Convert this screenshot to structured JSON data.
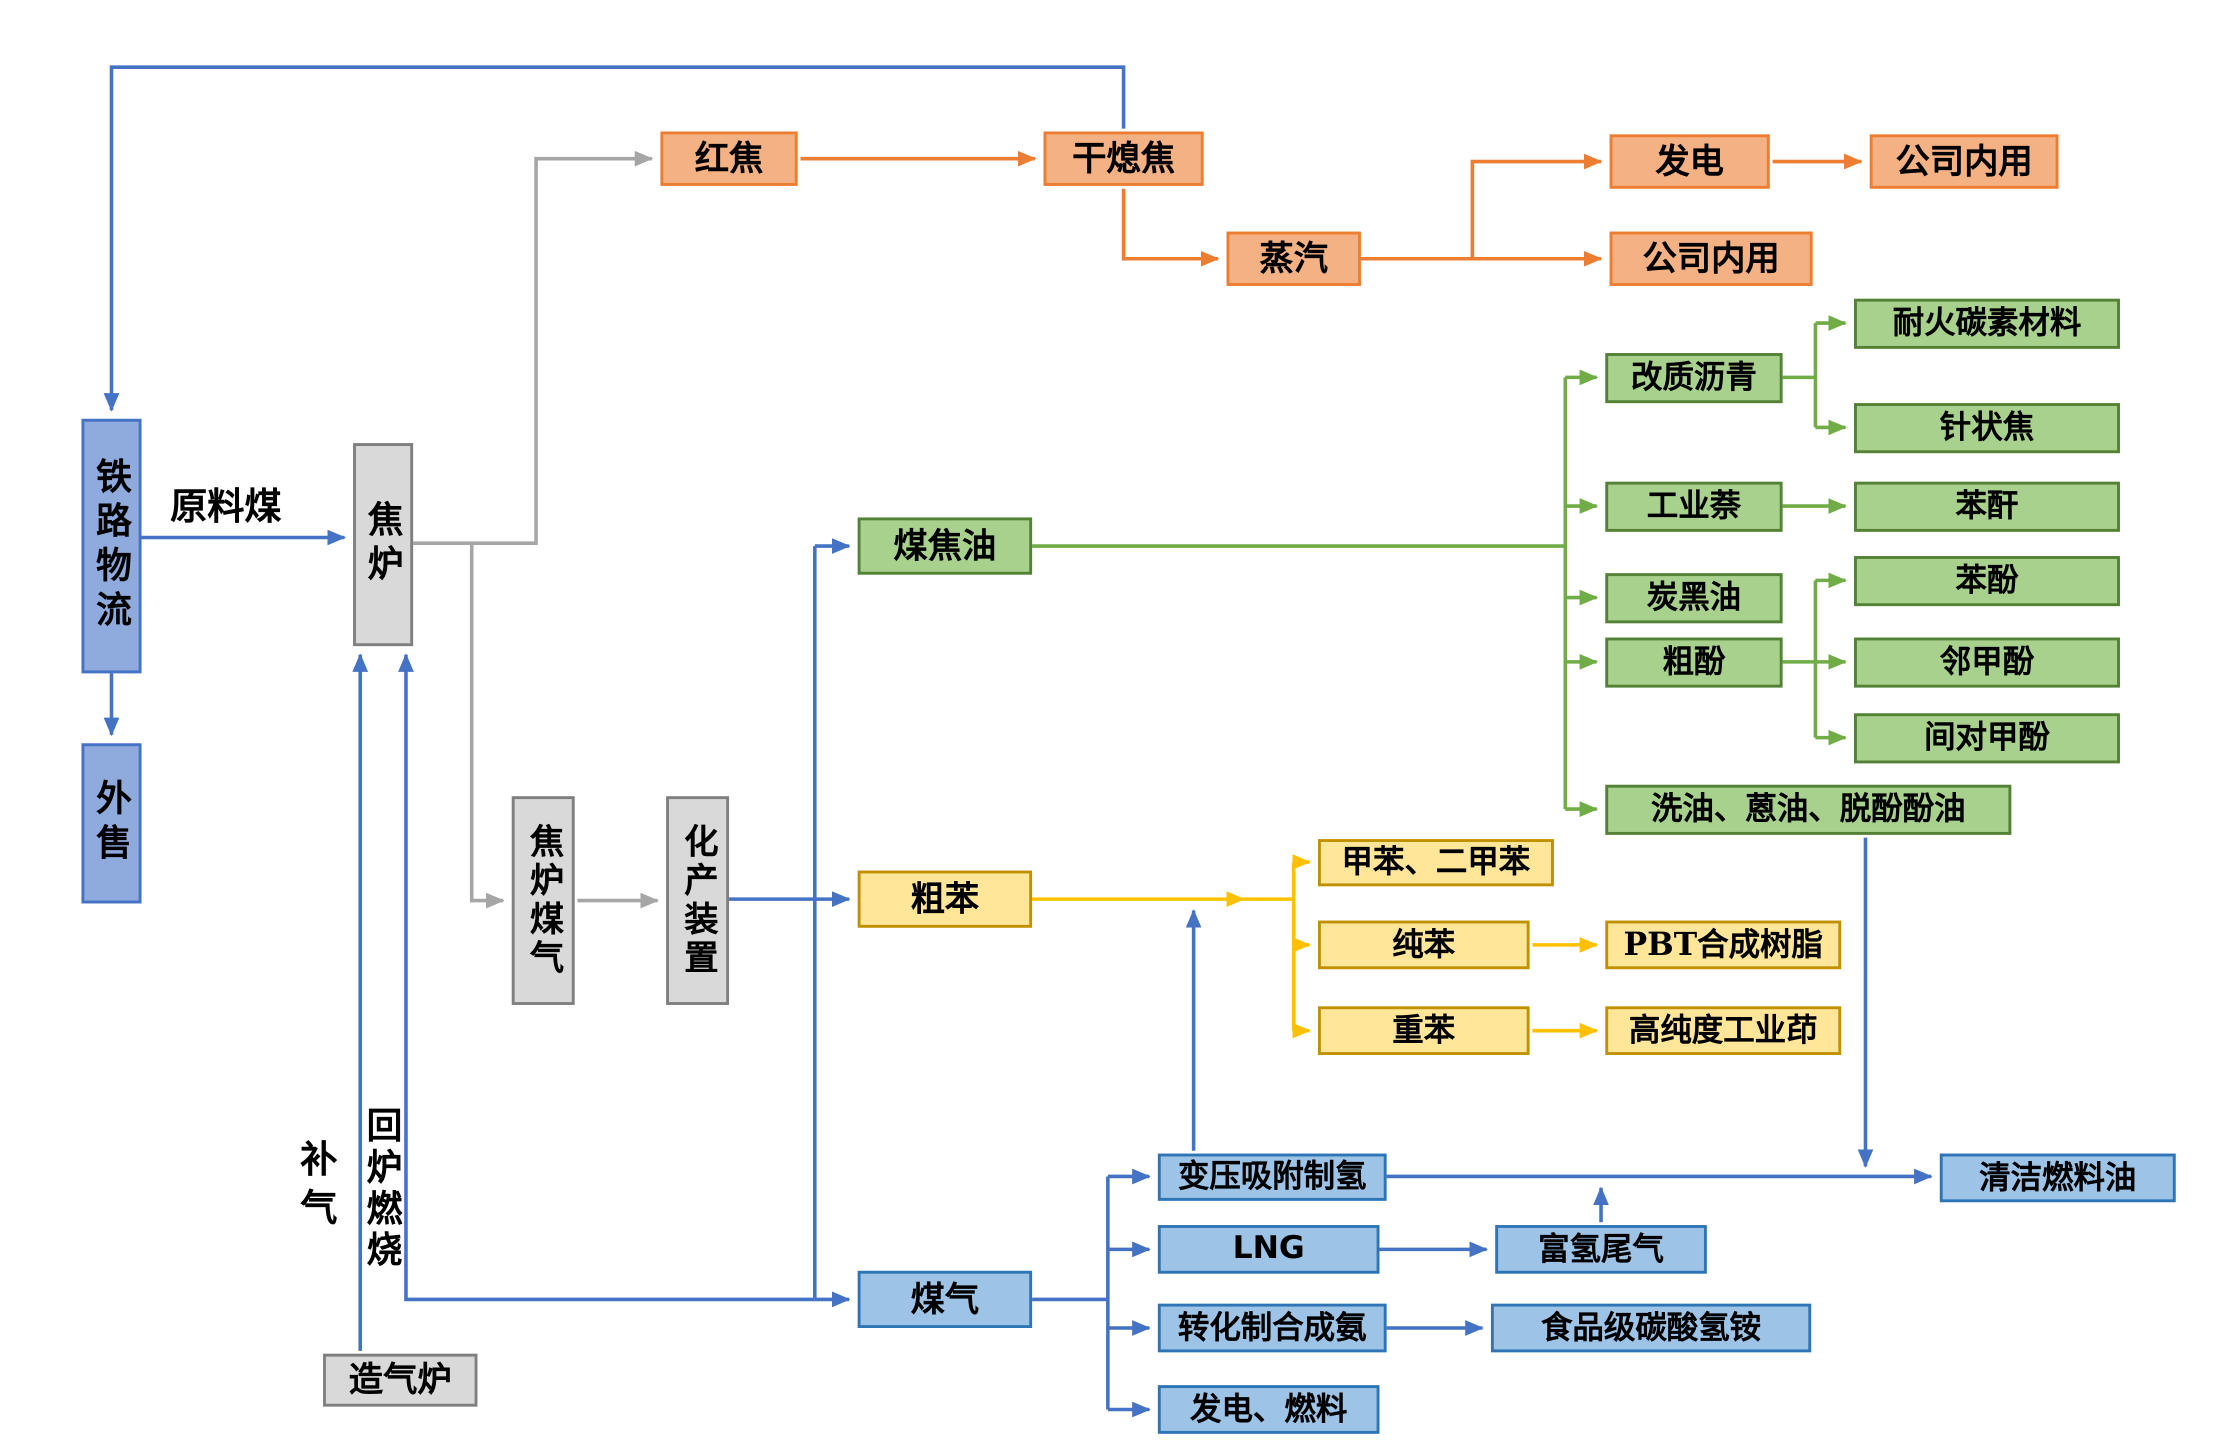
{
  "diagram": "coal-coking-process-flowchart",
  "nodes": {
    "railway_logistics": "铁路物流",
    "external_sale": "外售",
    "coke_oven": "焦炉",
    "red_coke": "红焦",
    "dry_quenching": "干熄焦",
    "steam": "蒸汽",
    "power_generation": "发电",
    "company_internal_use_1": "公司内用",
    "company_internal_use_2": "公司内用",
    "coke_oven_gas": "焦炉煤气",
    "chemical_plant": "化产装置",
    "coal_tar": "煤焦油",
    "modified_pitch": "改质沥青",
    "refractory_carbon": "耐火碳素材料",
    "needle_coke": "针状焦",
    "industrial_naphthalene": "工业萘",
    "phthalic_anhydride": "苯酐",
    "carbon_black_oil": "炭黑油",
    "crude_phenol": "粗酚",
    "phenol": "苯酚",
    "o_cresol": "邻甲酚",
    "mp_cresol": "间对甲酚",
    "wash_oil": "洗油、蒽油、脱酚酚油",
    "crude_benzene": "粗苯",
    "toluene_xylene": "甲苯、二甲苯",
    "pure_benzene": "纯苯",
    "pbt_resin": "PBT合成树脂",
    "heavy_benzene": "重苯",
    "industrial_indene": "高纯度工业茚",
    "coal_gas": "煤气",
    "psa_hydrogen": "变压吸附制氢",
    "lng": "LNG",
    "h2_rich_tail_gas": "富氢尾气",
    "ammonia_synthesis": "转化制合成氨",
    "ammonium_bicarbonate": "食品级碳酸氢铵",
    "power_fuel": "发电、燃料",
    "clean_fuel_oil": "清洁燃料油",
    "gas_generator": "造气炉"
  },
  "edge_labels": {
    "raw_coal": "原料煤",
    "supplementary_gas": "补气",
    "return_to_furnace": "回炉燃烧"
  },
  "colors": {
    "blue_fill": "#8faadc",
    "blue_border": "#4472c4",
    "blue_line": "#4472c4",
    "lightblue_fill": "#9dc3e6",
    "lightblue_border": "#2e75b6",
    "orange_fill": "#f4b183",
    "orange_border": "#ed7d31",
    "orange_line": "#ed7d31",
    "green_fill": "#a9d18e",
    "green_border": "#538135",
    "green_line": "#70ad47",
    "yellow_fill": "#ffe699",
    "yellow_border": "#bf9000",
    "yellow_line": "#ffc000",
    "gray_fill": "#d9d9d9",
    "gray_border": "#7f7f7f",
    "gray_line": "#a6a6a6"
  }
}
